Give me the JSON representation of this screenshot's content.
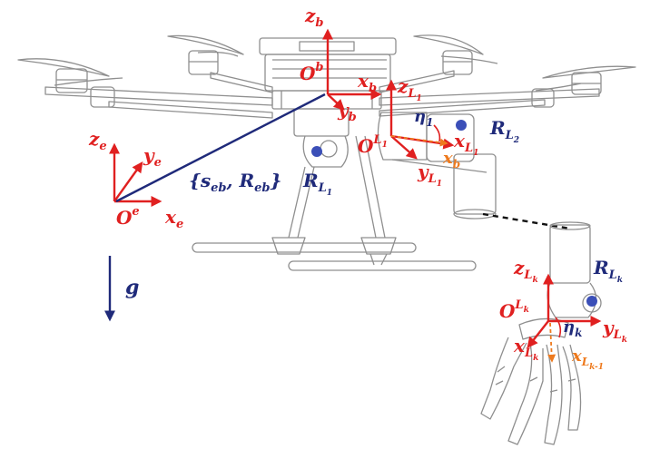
{
  "colors": {
    "frame_red": "#e02020",
    "label_blue": "#1f2a7a",
    "accent_orange": "#ee7a1e",
    "drawing_gray": "#8f8f8f"
  },
  "world_frame": {
    "z": "z",
    "z_sub": "e",
    "y": "y",
    "y_sub": "e",
    "x": "x",
    "x_sub": "e",
    "origin": "O",
    "origin_sup": "e"
  },
  "body_frame": {
    "z": "z",
    "z_sub": "b",
    "y": "y",
    "y_sub": "b",
    "x": "x",
    "x_sub": "b",
    "origin": "O",
    "origin_sup": "b"
  },
  "link1_frame": {
    "z": "z",
    "z_sub": "L",
    "z_subsub": "1",
    "y": "y",
    "y_sub": "L",
    "y_subsub": "1",
    "x": "x",
    "x_sub": "L",
    "x_subsub": "1",
    "origin": "O",
    "origin_sup": "L",
    "origin_supsub": "1",
    "xb_copy": "x",
    "xb_copy_sub": "b",
    "eta": "η",
    "eta_sub": "1"
  },
  "linkk_frame": {
    "z": "z",
    "z_sub": "L",
    "z_subsub": "k",
    "y": "y",
    "y_sub": "L",
    "y_subsub": "k",
    "x": "x",
    "x_sub": "L",
    "x_subsub": "k",
    "origin": "O",
    "origin_sup": "L",
    "origin_supsub": "k",
    "xprev": "x",
    "xprev_sub": "L",
    "xprev_subsub": "k-1",
    "eta": "η",
    "eta_sub": "k"
  },
  "rotation_labels": {
    "r1": "R",
    "r1_sub": "L",
    "r1_subsub": "1",
    "r2": "R",
    "r2_sub": "L",
    "r2_subsub": "2",
    "rk": "R",
    "rk_sub": "L",
    "rk_subsub": "k"
  },
  "pose_label": {
    "open": "{",
    "s": "s",
    "s_sub": "eb",
    "comma": ", ",
    "r": "R",
    "r_sub": "eb",
    "close": "}"
  },
  "gravity": {
    "label": "g"
  }
}
